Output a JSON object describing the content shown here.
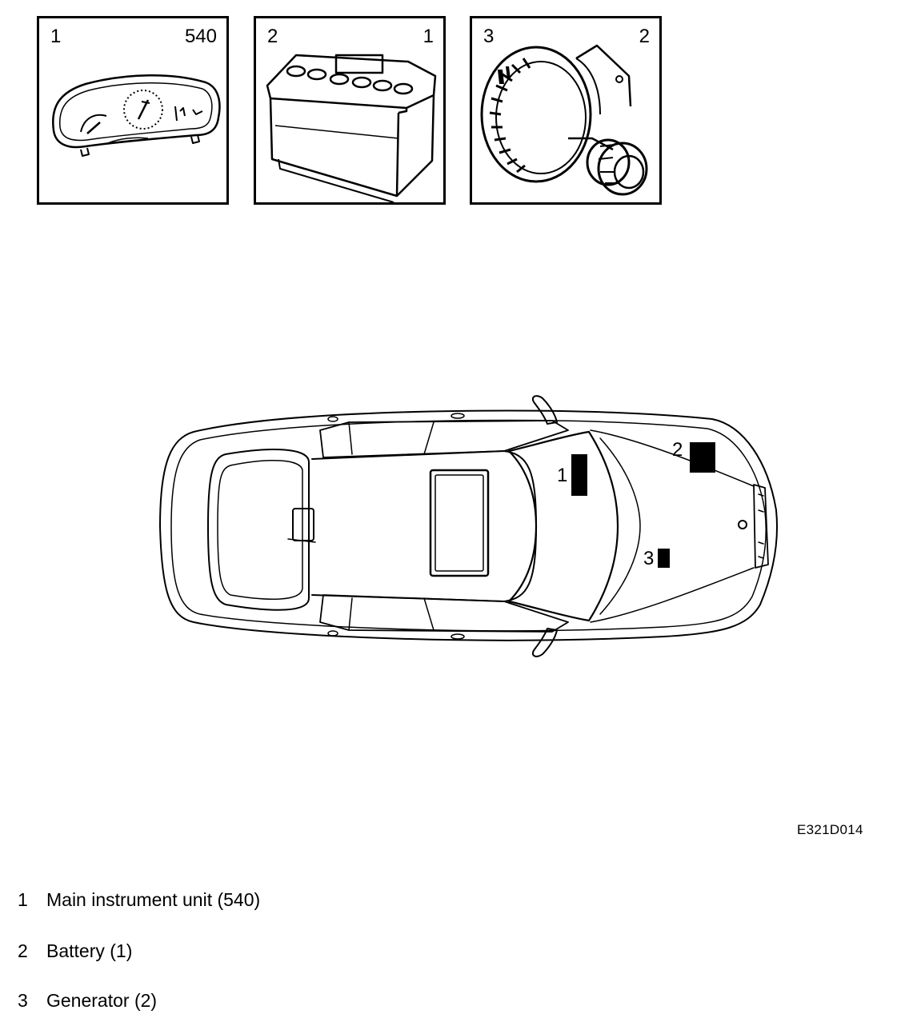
{
  "panels": [
    {
      "index": "1",
      "code": "540"
    },
    {
      "index": "2",
      "code": "1"
    },
    {
      "index": "3",
      "code": "2"
    }
  ],
  "callouts": [
    "1",
    "2",
    "3"
  ],
  "figure_code": "E321D014",
  "legend": [
    {
      "number": "1",
      "text": "Main instrument unit (540)"
    },
    {
      "number": "2",
      "text": "Battery (1)"
    },
    {
      "number": "3",
      "text": "Generator (2)"
    }
  ]
}
